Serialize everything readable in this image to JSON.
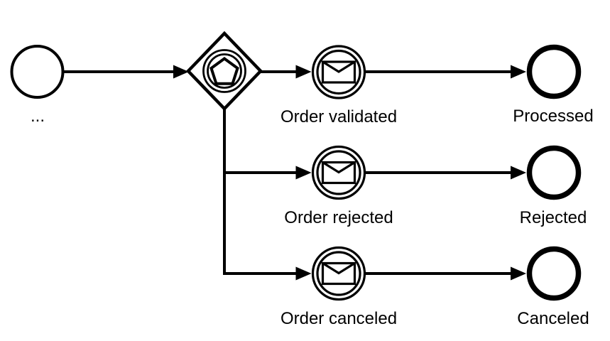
{
  "diagram": {
    "kind": "bpmn-process",
    "colors": {
      "stroke": "#000000",
      "fill": "#ffffff",
      "background": "#ffffff"
    },
    "start_event": {
      "label": "..."
    },
    "gateway": {
      "icon": "pentagon-in-double-circle-icon",
      "type_name": "event-based-gateway"
    },
    "rows": [
      {
        "message_event_label": "Order validated",
        "message_icon": "envelope-icon",
        "end_event_label": "Processed"
      },
      {
        "message_event_label": "Order rejected",
        "message_icon": "envelope-icon",
        "end_event_label": "Rejected"
      },
      {
        "message_event_label": "Order canceled",
        "message_icon": "envelope-icon",
        "end_event_label": "Canceled"
      }
    ]
  }
}
